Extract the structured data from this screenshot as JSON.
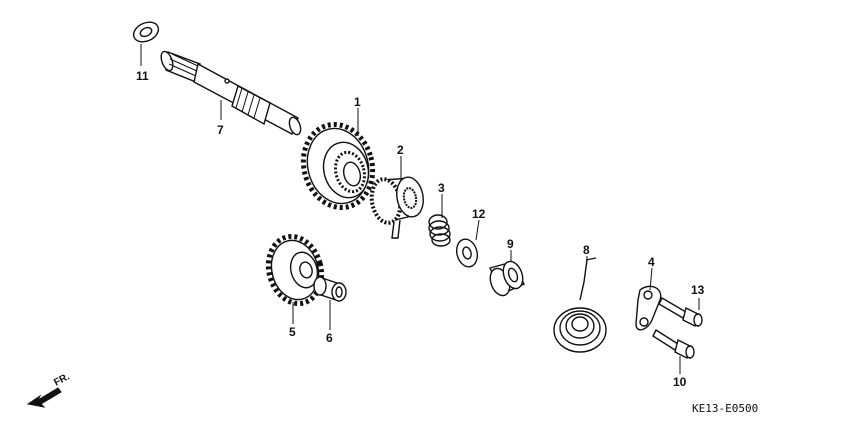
{
  "diagram_code": "KE13-E0500",
  "direction_label": "FR.",
  "callouts": [
    {
      "id": "c1",
      "label": "1"
    },
    {
      "id": "c2",
      "label": "2"
    },
    {
      "id": "c3",
      "label": "3"
    },
    {
      "id": "c4",
      "label": "4"
    },
    {
      "id": "c5",
      "label": "5"
    },
    {
      "id": "c6",
      "label": "6"
    },
    {
      "id": "c7",
      "label": "7"
    },
    {
      "id": "c8",
      "label": "8"
    },
    {
      "id": "c9",
      "label": "9"
    },
    {
      "id": "c10",
      "label": "10"
    },
    {
      "id": "c11",
      "label": "11"
    },
    {
      "id": "c12",
      "label": "12"
    },
    {
      "id": "c13",
      "label": "13"
    }
  ]
}
